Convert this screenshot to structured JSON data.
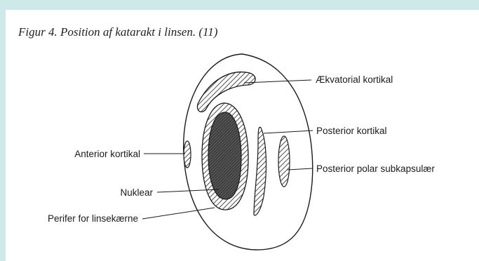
{
  "caption": "Figur 4. Position af katarakt i linsen. (11)",
  "labels": {
    "aekvatorial": "Ækvatorial kortikal",
    "posterior_kortikal": "Posterior kortikal",
    "anterior": "Anterior kortikal",
    "posterior_polar": "Posterior polar subkapsulær",
    "nuklear": "Nuklear",
    "perifer": "Perifer for linsekærne"
  },
  "colors": {
    "background": "#cfe8e8",
    "panel": "#ffffff",
    "ink": "#1a1a1a"
  }
}
